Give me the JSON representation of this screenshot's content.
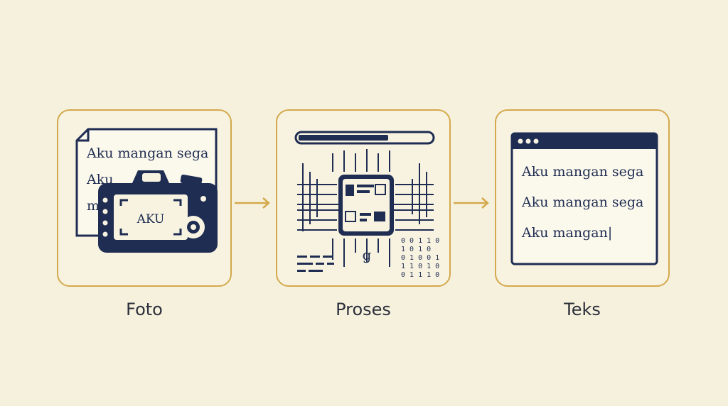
{
  "steps": [
    {
      "label": "Foto"
    },
    {
      "label": "Proses"
    },
    {
      "label": "Teks"
    }
  ],
  "foto": {
    "doc_lines": [
      "Aku mangan sega",
      "Aku",
      "m"
    ],
    "viewfinder_text": "AKU"
  },
  "proses": {
    "progress": 0.68,
    "binary_rows": [
      "0 0 1 1 0",
      "1 0 1 0",
      "0 1 0 0 1",
      "1 1 0 1 0",
      "0 1 1 1 0"
    ],
    "chip_text": "g"
  },
  "teks": {
    "lines": [
      "Aku mangan sega",
      "Aku mangan sega",
      "Aku mangan|"
    ]
  },
  "colors": {
    "background": "#f6f1dd",
    "accent": "#d3a94c",
    "ink": "#1f2d52"
  },
  "icons": [
    "camera-icon",
    "document-icon",
    "processor-chip-icon",
    "browser-window-icon",
    "arrow-right-icon"
  ]
}
